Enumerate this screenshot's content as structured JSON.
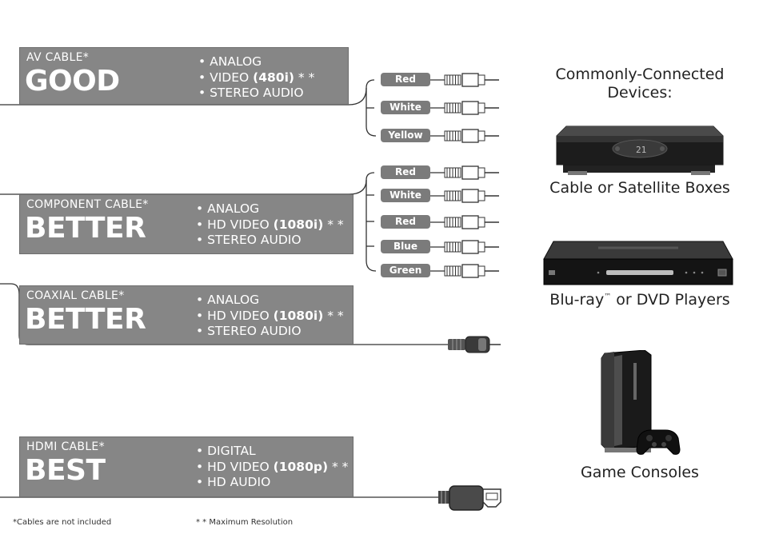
{
  "cables": [
    {
      "id": "av",
      "type_label": "AV CABLE",
      "type_mark": "*",
      "grade": "GOOD",
      "features": [
        {
          "bullet": "•",
          "text": "ANALOG",
          "bold": "",
          "suffix": ""
        },
        {
          "bullet": "•",
          "text": "VIDEO",
          "bold": "(480i)",
          "suffix": "* *"
        },
        {
          "bullet": "•",
          "text": "STEREO AUDIO",
          "bold": "",
          "suffix": ""
        }
      ],
      "connectors": [
        "Red",
        "White",
        "Yellow"
      ]
    },
    {
      "id": "component",
      "type_label": "COMPONENT CABLE",
      "type_mark": "*",
      "grade": "BETTER",
      "features": [
        {
          "bullet": "•",
          "text": "ANALOG",
          "bold": "",
          "suffix": ""
        },
        {
          "bullet": "•",
          "text": "HD VIDEO",
          "bold": "(1080i)",
          "suffix": "* *"
        },
        {
          "bullet": "•",
          "text": "STEREO AUDIO",
          "bold": "",
          "suffix": ""
        }
      ],
      "connectors": [
        "Red",
        "White",
        "Red",
        "Blue",
        "Green"
      ]
    },
    {
      "id": "coaxial",
      "type_label": "COAXIAL CABLE",
      "type_mark": "*",
      "grade": "BETTER",
      "features": [
        {
          "bullet": "•",
          "text": "ANALOG",
          "bold": "",
          "suffix": ""
        },
        {
          "bullet": "•",
          "text": "HD VIDEO",
          "bold": "(1080i)",
          "suffix": "* *"
        },
        {
          "bullet": "•",
          "text": "STEREO AUDIO",
          "bold": "",
          "suffix": ""
        }
      ],
      "connectors": []
    },
    {
      "id": "hdmi",
      "type_label": "HDMI CABLE",
      "type_mark": "*",
      "grade": "BEST",
      "features": [
        {
          "bullet": "•",
          "text": "DIGITAL",
          "bold": "",
          "suffix": ""
        },
        {
          "bullet": "•",
          "text": "HD VIDEO",
          "bold": "(1080p)",
          "suffix": "* *"
        },
        {
          "bullet": "•",
          "text": "HD AUDIO",
          "bold": "",
          "suffix": ""
        }
      ],
      "connectors": []
    }
  ],
  "footnotes": {
    "cables": "*Cables are not included",
    "resolution": "* * Maximum Resolution"
  },
  "devices": {
    "heading_line1": "Commonly-Connected",
    "heading_line2": "Devices:",
    "items": [
      {
        "label": "Cable or Satellite Boxes",
        "tm": "",
        "label_after": "",
        "icon": "set-top-box-icon",
        "display": "21"
      },
      {
        "label": "Blu-ray",
        "tm": "™",
        "label_after": " or DVD Players",
        "icon": "bluray-player-icon",
        "display": ""
      },
      {
        "label": "Game Consoles",
        "tm": "",
        "label_after": "",
        "icon": "game-console-icon",
        "display": ""
      }
    ]
  }
}
